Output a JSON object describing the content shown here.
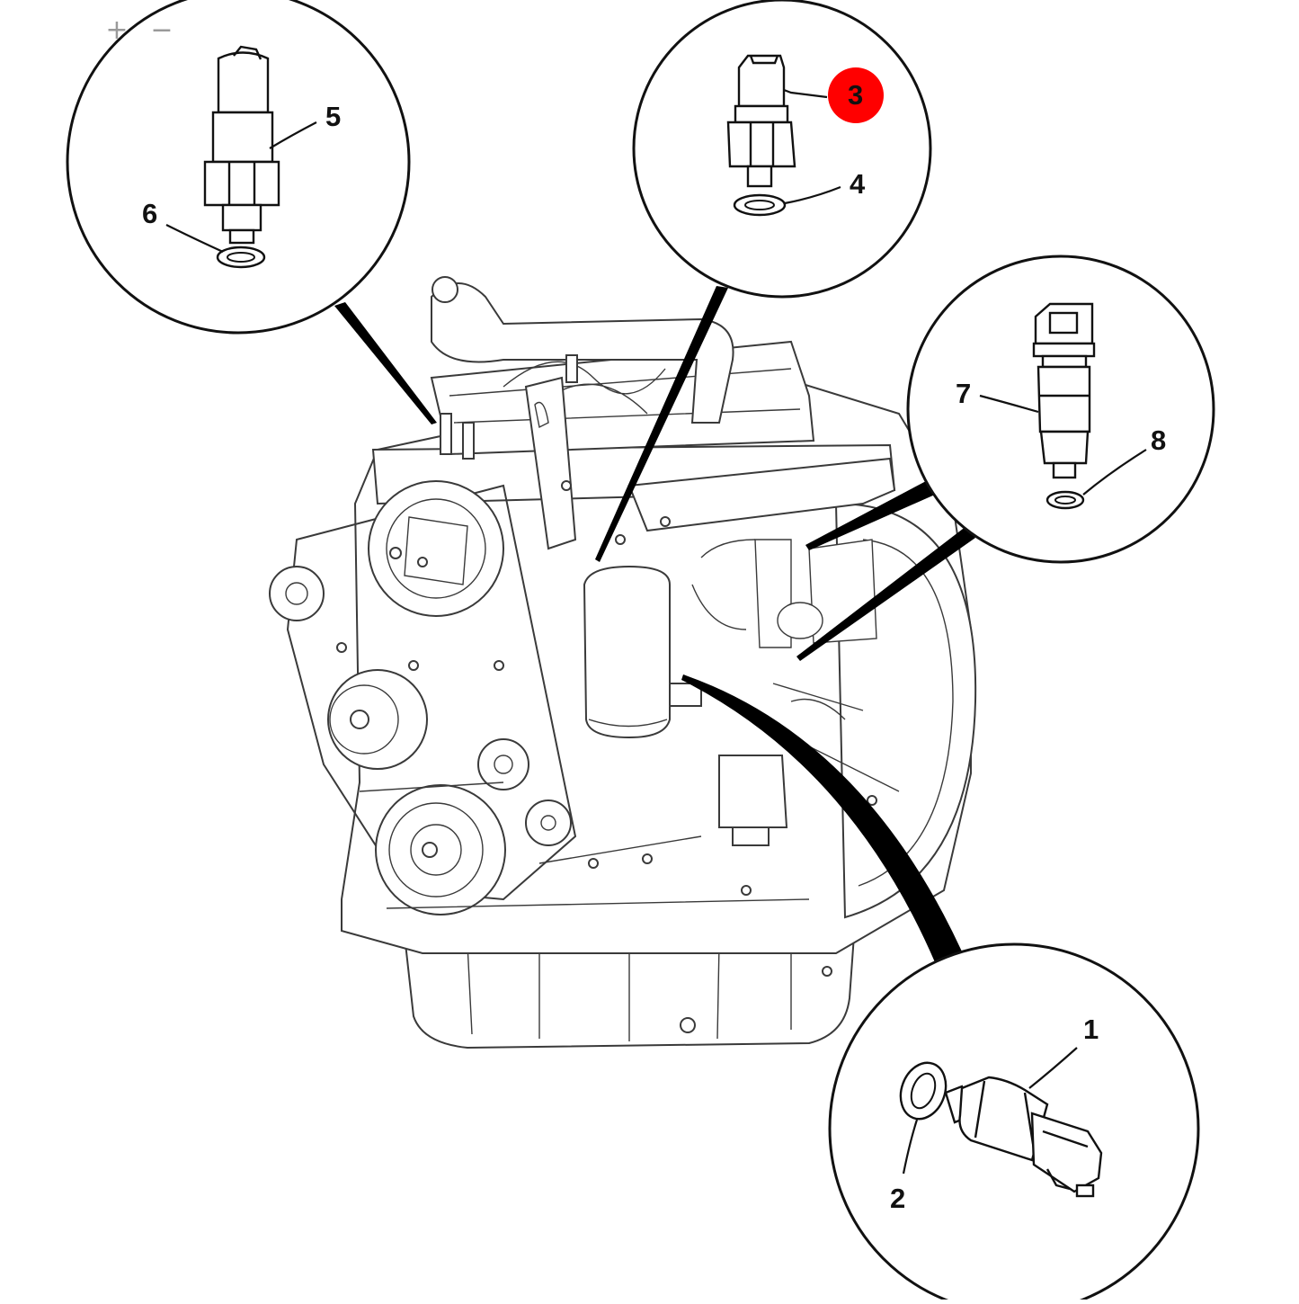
{
  "toolbar": {
    "zoom_in_label": "+",
    "zoom_out_label": "−"
  },
  "callouts": {
    "c1": "1",
    "c2": "2",
    "c3": "3",
    "c4": "4",
    "c5": "5",
    "c6": "6",
    "c7": "7",
    "c8": "8"
  },
  "colors": {
    "highlight_marker": "#ff0000",
    "line_art": "#111111",
    "background": "#ffffff"
  },
  "selected_callout": "3"
}
